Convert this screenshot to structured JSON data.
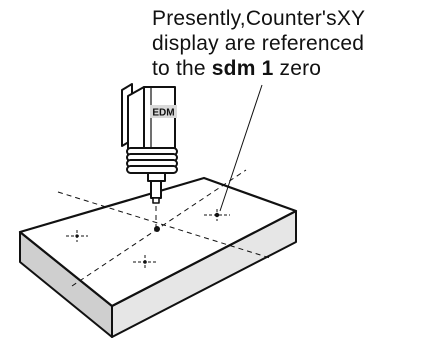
{
  "caption": {
    "line1": "Presently,Counter'sXY",
    "line2": "display are referenced",
    "line3_prefix": "to the ",
    "line3_bold": "sdm 1",
    "line3_suffix": " zero"
  },
  "machine": {
    "label": "EDM"
  },
  "colors": {
    "ink": "#111111",
    "label_bg": "#d9d9d9",
    "side_left": "#cfcfcf",
    "side_right": "#e6e6e6",
    "top_face": "#ffffff"
  }
}
